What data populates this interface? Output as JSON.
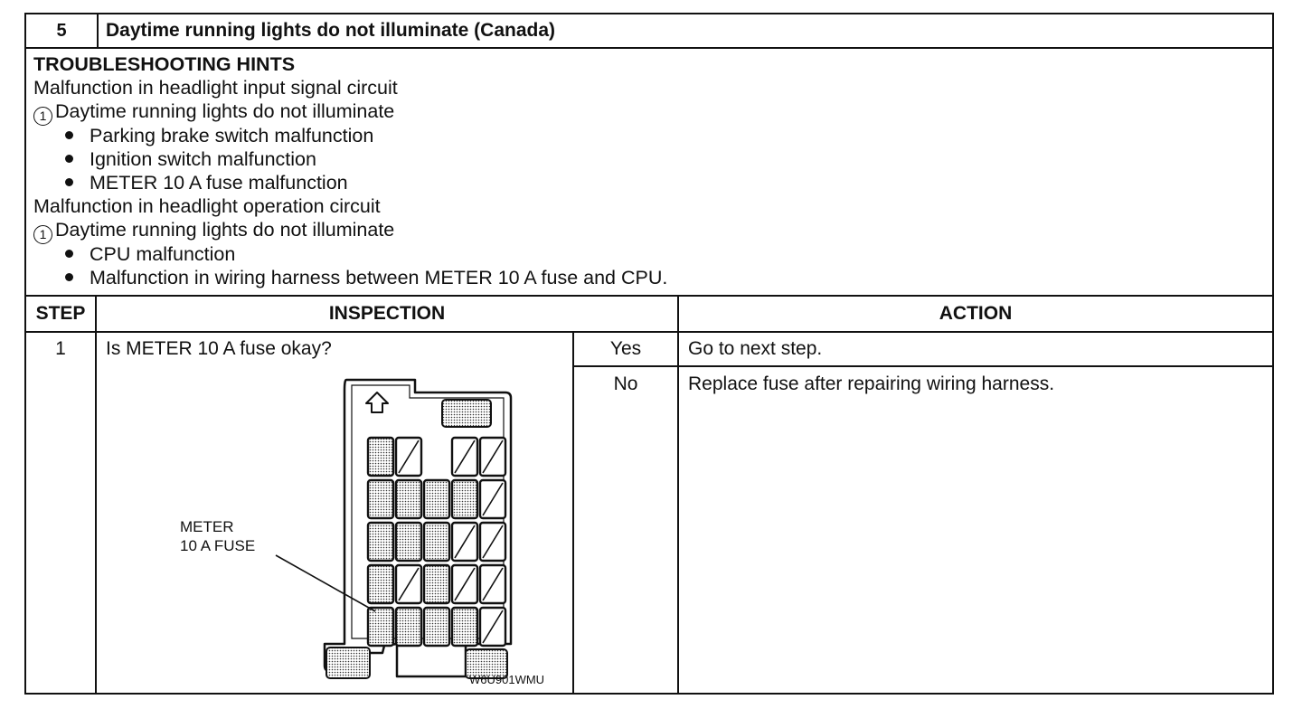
{
  "section": {
    "number": "5",
    "title": "Daytime running lights do not illuminate (Canada)"
  },
  "hints": {
    "heading": "TROUBLESHOOTING HINTS",
    "groups": [
      {
        "title": "Malfunction in headlight input signal circuit",
        "marker": "1",
        "symptom": "Daytime running lights do not illuminate",
        "causes": [
          "Parking brake switch malfunction",
          "Ignition switch malfunction",
          "METER 10 A fuse malfunction"
        ]
      },
      {
        "title": "Malfunction in headlight operation circuit",
        "marker": "1",
        "symptom": "Daytime running lights do not illuminate",
        "causes": [
          "CPU malfunction",
          "Malfunction in wiring harness between METER 10 A fuse and CPU."
        ]
      }
    ]
  },
  "table": {
    "headers": {
      "step": "STEP",
      "inspection": "INSPECTION",
      "action": "ACTION"
    },
    "rows": [
      {
        "step": "1",
        "inspection": "Is METER 10 A fuse okay?",
        "outcomes": [
          {
            "answer": "Yes",
            "action": "Go to next step."
          },
          {
            "answer": "No",
            "action": "Replace fuse after repairing wiring harness."
          }
        ]
      }
    ]
  },
  "diagram": {
    "callout_line1": "METER",
    "callout_line2": "10 A FUSE",
    "figure_code": "W6U901WMU"
  }
}
